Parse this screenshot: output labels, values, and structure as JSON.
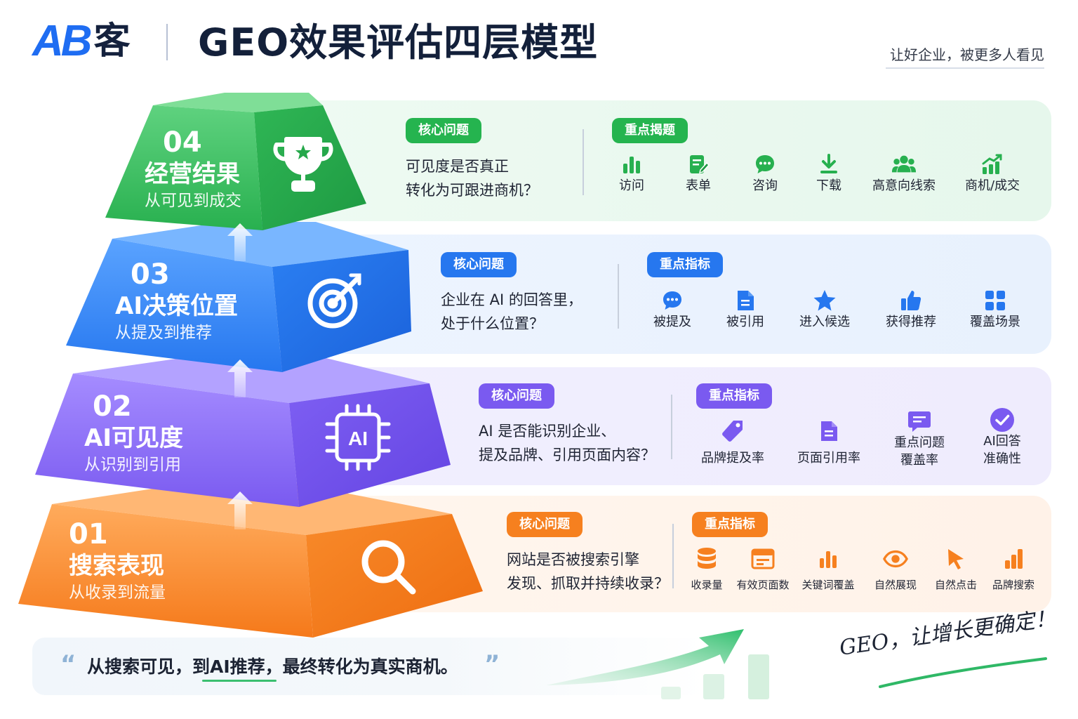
{
  "header": {
    "logo_ab": "AB",
    "logo_ke": "客",
    "title": "GEO效果评估四层模型",
    "tagline": "让好企业，被更多人看见"
  },
  "layers": [
    {
      "num": "04",
      "title": "经营结果",
      "subtitle": "从可见到成交",
      "color": "#2db556",
      "icon": "trophy-icon",
      "question_label": "核心问题",
      "question": [
        "可见度是否真正",
        "转化为可跟进商机？"
      ],
      "metrics_label": "重点揭题",
      "metrics": [
        {
          "icon": "bar-chart-icon",
          "label": "访问"
        },
        {
          "icon": "form-edit-icon",
          "label": "表单"
        },
        {
          "icon": "chat-bubble-icon",
          "label": "咨询"
        },
        {
          "icon": "download-icon",
          "label": "下载"
        },
        {
          "icon": "users-icon",
          "label": "高意向线索"
        },
        {
          "icon": "growth-chart-icon",
          "label": "商机/成交"
        }
      ]
    },
    {
      "num": "03",
      "title": "AI决策位置",
      "subtitle": "从提及到推荐",
      "color": "#2677ef",
      "icon": "target-icon",
      "question_label": "核心问题",
      "question": [
        "企业在 AI 的回答里，",
        "处于什么位置？"
      ],
      "metrics_label": "重点指标",
      "metrics": [
        {
          "icon": "chat-bubble-icon",
          "label": "被提及"
        },
        {
          "icon": "document-icon",
          "label": "被引用"
        },
        {
          "icon": "star-icon",
          "label": "进入候选"
        },
        {
          "icon": "thumbs-up-icon",
          "label": "获得推荐"
        },
        {
          "icon": "grid-icon",
          "label": "覆盖场景"
        }
      ]
    },
    {
      "num": "02",
      "title": "AI可见度",
      "subtitle": "从识别到引用",
      "color": "#7a5af0",
      "icon": "ai-chip-icon",
      "question_label": "核心问题",
      "question": [
        "AI 是否能识别企业、",
        "提及品牌、引用页面内容？"
      ],
      "metrics_label": "重点指标",
      "metrics": [
        {
          "icon": "tag-icon",
          "label": "品牌提及率"
        },
        {
          "icon": "document-icon",
          "label": "页面引用率"
        },
        {
          "icon": "message-icon",
          "label": "重点问题\n覆盖率"
        },
        {
          "icon": "check-circle-icon",
          "label": "AI回答\n准确性"
        }
      ]
    },
    {
      "num": "01",
      "title": "搜索表现",
      "subtitle": "从收录到流量",
      "color": "#f6801f",
      "icon": "search-icon",
      "question_label": "核心问题",
      "question": [
        "网站是否被搜索引擎",
        "发现、抓取并持续收录？"
      ],
      "metrics_label": "重点指标",
      "metrics": [
        {
          "icon": "database-icon",
          "label": "收录量"
        },
        {
          "icon": "browser-window-icon",
          "label": "有效页面数"
        },
        {
          "icon": "bar-chart-icon",
          "label": "关键词覆盖"
        },
        {
          "icon": "eye-icon",
          "label": "自然展现"
        },
        {
          "icon": "cursor-icon",
          "label": "自然点击"
        },
        {
          "icon": "bar-chart-icon",
          "label": "品牌搜索"
        }
      ]
    }
  ],
  "footer": {
    "quote_part1": "从搜索可见，",
    "quote_part2": "到AI推荐",
    "quote_part3": "，最终转化为真实商机。",
    "slogan": "GEO，让增长更确定！"
  }
}
